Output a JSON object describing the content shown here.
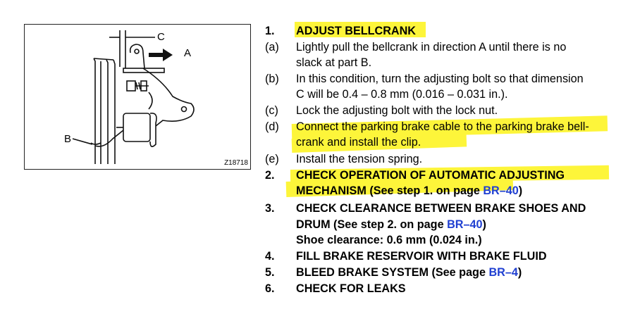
{
  "figure": {
    "label_a": "A",
    "label_b": "B",
    "label_c": "C",
    "figure_id": "Z18718"
  },
  "steps": {
    "s1": {
      "num": "1.",
      "title": "ADJUST BELLCRANK"
    },
    "a": {
      "num": "(a)",
      "line1": "Lightly pull the bellcrank in direction A until there is no",
      "line2": "slack at part B."
    },
    "b": {
      "num": "(b)",
      "line1": "In this condition, turn the adjusting bolt so that dimension",
      "line2": "C will be 0.4 – 0.8 mm (0.016 – 0.031 in.)."
    },
    "c": {
      "num": "(c)",
      "line1": "Lock the adjusting bolt with the lock nut."
    },
    "d": {
      "num": "(d)",
      "line1": "Connect the parking brake cable to the parking brake bell-",
      "line2": "crank and install the clip."
    },
    "e": {
      "num": "(e)",
      "line1": "Install the tension spring."
    },
    "s2": {
      "num": "2.",
      "line1": "CHECK OPERATION OF AUTOMATIC   ADJUSTING",
      "line2_hl": "MECHANISM",
      "line2_rest": " (See step 1. on page ",
      "ref": "BR–40",
      "close": ")"
    },
    "s3": {
      "num": "3.",
      "line1": "CHECK CLEARANCE BETWEEN BRAKE SHOES AND",
      "line2_pre": "DRUM (See step 2. on page ",
      "ref": "BR–40",
      "close": ")",
      "line3": "Shoe clearance: 0.6 mm (0.024 in.)"
    },
    "s4": {
      "num": "4.",
      "title": "FILL BRAKE RESERVOIR WITH BRAKE FLUID"
    },
    "s5": {
      "num": "5.",
      "pre": "BLEED BRAKE SYSTEM (See page ",
      "ref": "BR–4",
      "close": ")"
    },
    "s6": {
      "num": "6.",
      "title": "CHECK FOR LEAKS"
    }
  }
}
